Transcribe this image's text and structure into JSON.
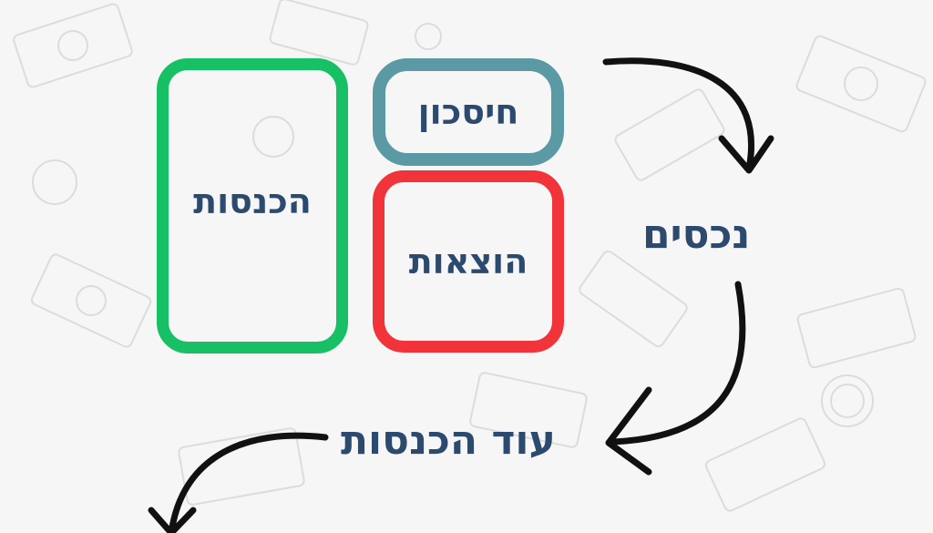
{
  "diagram": {
    "boxes": {
      "income": "הכנסות",
      "savings": "חיסכון",
      "expenses": "הוצאות"
    },
    "labels": {
      "assets": "נכסים",
      "more_income": "עוד הכנסות"
    },
    "colors": {
      "income": "#17c064",
      "savings": "#5b9aa4",
      "expenses": "#f1343a",
      "text": "#2c4a6e",
      "arrows": "#111111"
    }
  }
}
